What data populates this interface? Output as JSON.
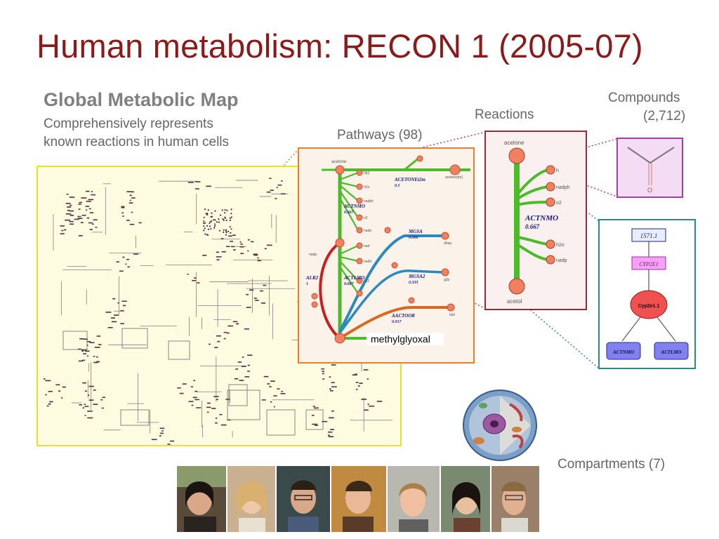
{
  "slide": {
    "title": "Human metabolism: RECON 1 (2005-07)"
  },
  "global_map": {
    "heading": "Global Metabolic Map",
    "desc_line1": "Comprehensively represents",
    "desc_line2": "known reactions in human cells"
  },
  "labels": {
    "pathways": "Pathways (98)",
    "reactions": "Reactions",
    "compounds_line1": "Compounds",
    "compounds_line2": "(2,712)",
    "compartments": "Compartments (7)"
  },
  "pathway_detail": {
    "top_metabolite": "acetone",
    "bottom_label": "methylglyoxal",
    "reaction_labels": [
      {
        "name": "ACETONEt2m",
        "value": "0.5"
      },
      {
        "name": "ACTNMO",
        "value": "0.667"
      },
      {
        "name": "MGSA",
        "value": "0.000"
      },
      {
        "name": "ACTLMO",
        "value": "0.667"
      },
      {
        "name": "MGSA2",
        "value": "0.333"
      },
      {
        "name": "ALR2",
        "value": "1"
      },
      {
        "name": "AACTOOR",
        "value": "0.017"
      }
    ],
    "side_metabolites": [
      "h[c]",
      "h2o",
      "nadph",
      "o2",
      "nadp",
      "nad",
      "nadh",
      "co2",
      "acetone[m]",
      "dhap",
      "g3p",
      "lald",
      "nadp"
    ]
  },
  "reaction_detail": {
    "top": "acetone",
    "bottom": "acetol",
    "name": "ACTNMO",
    "value": "0.667",
    "side": [
      "h",
      "nadph",
      "o2",
      "h2o",
      "nadp"
    ]
  },
  "compound_detail": {
    "atom_label": "O"
  },
  "gene_detail": {
    "entrez": "1571.1",
    "gene": "CYP2E1",
    "protein": "Cyp2e1.1",
    "reactions": [
      "ACTNMO",
      "ACTLMO"
    ]
  },
  "colors": {
    "title": "#8b1a1a",
    "green_flux": "#4cbb2a",
    "blue_flux": "#2a8ac0",
    "red_flux": "#c82020",
    "orange_flux": "#d86a20",
    "node": "#f08060"
  }
}
